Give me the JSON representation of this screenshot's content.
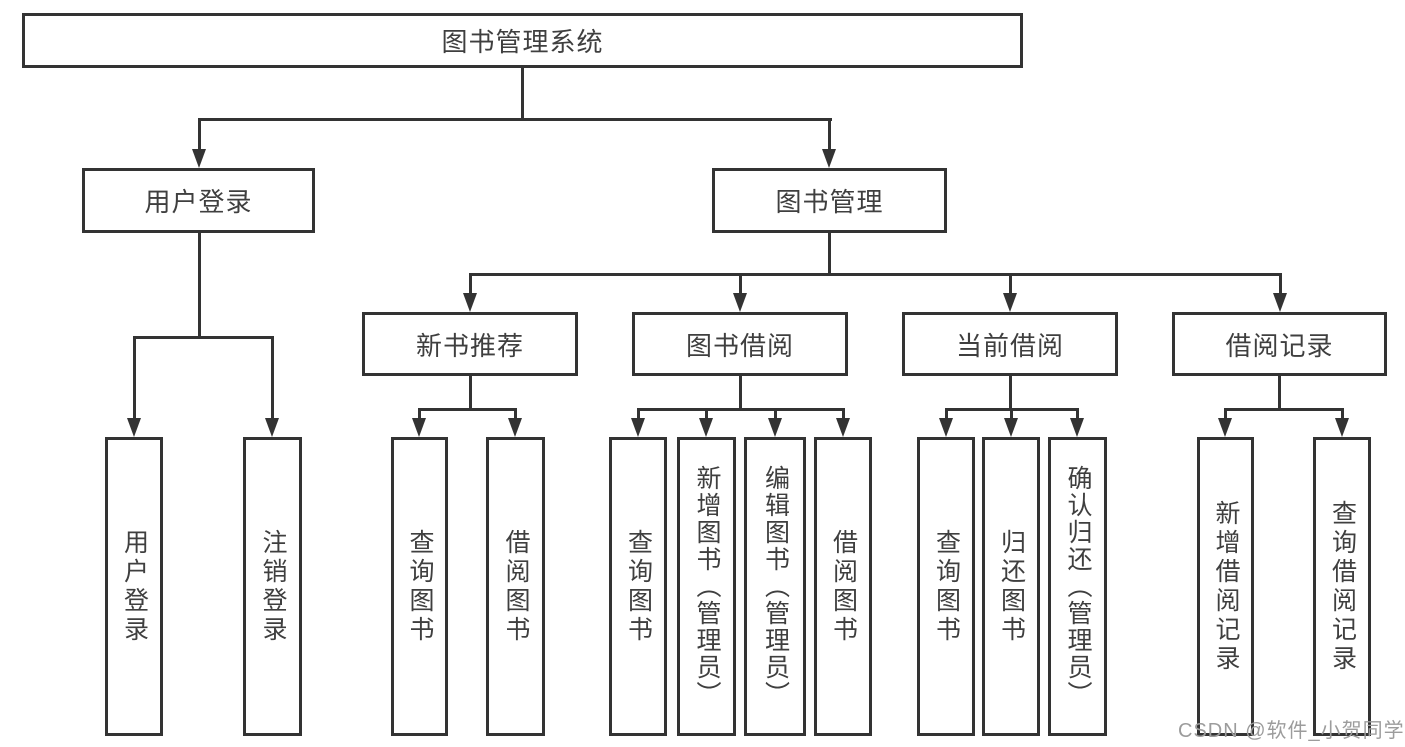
{
  "diagram_title": "图书管理系统",
  "tree": {
    "root": "图书管理系统",
    "children": [
      {
        "label": "用户登录",
        "children": [
          {
            "label": "用户登录"
          },
          {
            "label": "注销登录"
          }
        ]
      },
      {
        "label": "图书管理",
        "children": [
          {
            "label": "新书推荐",
            "children": [
              {
                "label": "查询图书"
              },
              {
                "label": "借阅图书"
              }
            ]
          },
          {
            "label": "图书借阅",
            "children": [
              {
                "label": "查询图书"
              },
              {
                "label": "新增图书（管理员）"
              },
              {
                "label": "编辑图书（管理员）"
              },
              {
                "label": "借阅图书"
              }
            ]
          },
          {
            "label": "当前借阅",
            "children": [
              {
                "label": "查询图书"
              },
              {
                "label": "归还图书"
              },
              {
                "label": "确认归还（管理员）"
              }
            ]
          },
          {
            "label": "借阅记录",
            "children": [
              {
                "label": "新增借阅记录"
              },
              {
                "label": "查询借阅记录"
              }
            ]
          }
        ]
      }
    ]
  },
  "watermark": "CSDN @软件_小贺同学",
  "colors": {
    "line": "#333333",
    "text": "#3f3f3f",
    "watermark": "#9c9c9c",
    "background": "#ffffff"
  }
}
